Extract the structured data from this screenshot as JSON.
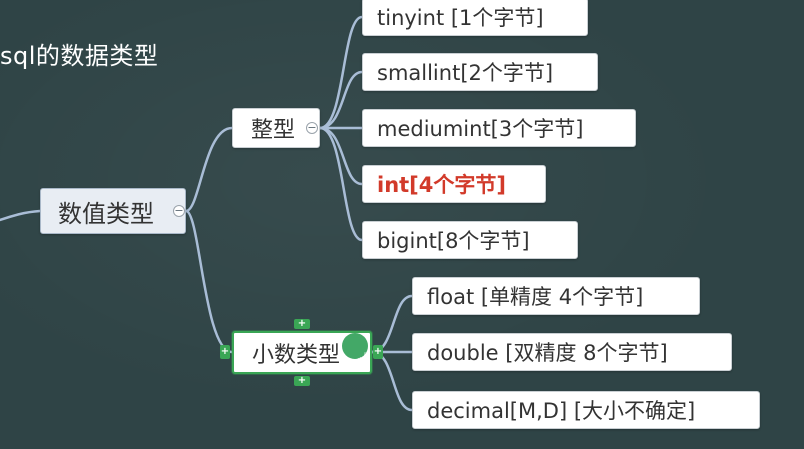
{
  "title": "sql的数据类型",
  "root": {
    "label": "数值类型"
  },
  "integer_branch": {
    "label": "整型",
    "children": [
      "tinyint [1个字节]",
      "smallint[2个字节]",
      "mediumint[3个字节]",
      "int[4个字节]",
      "bigint[8个字节]"
    ]
  },
  "decimal_branch": {
    "label": "小数类型",
    "children": [
      "float [单精度 4个字节]",
      "double [双精度 8个字节]",
      "decimal[M,D] [大小不确定]"
    ]
  },
  "colors": {
    "background": "#2f4446",
    "connector": "#a9bdd6",
    "highlight_text": "#d23a2a",
    "selection": "#3aa655"
  },
  "icons": {
    "collapse": "minus-circle-icon",
    "add": "plus-icon",
    "cursor": "hand-pointer-icon"
  },
  "glyphs": {
    "collapse": "−",
    "add": "+",
    "cursor": "☝"
  }
}
